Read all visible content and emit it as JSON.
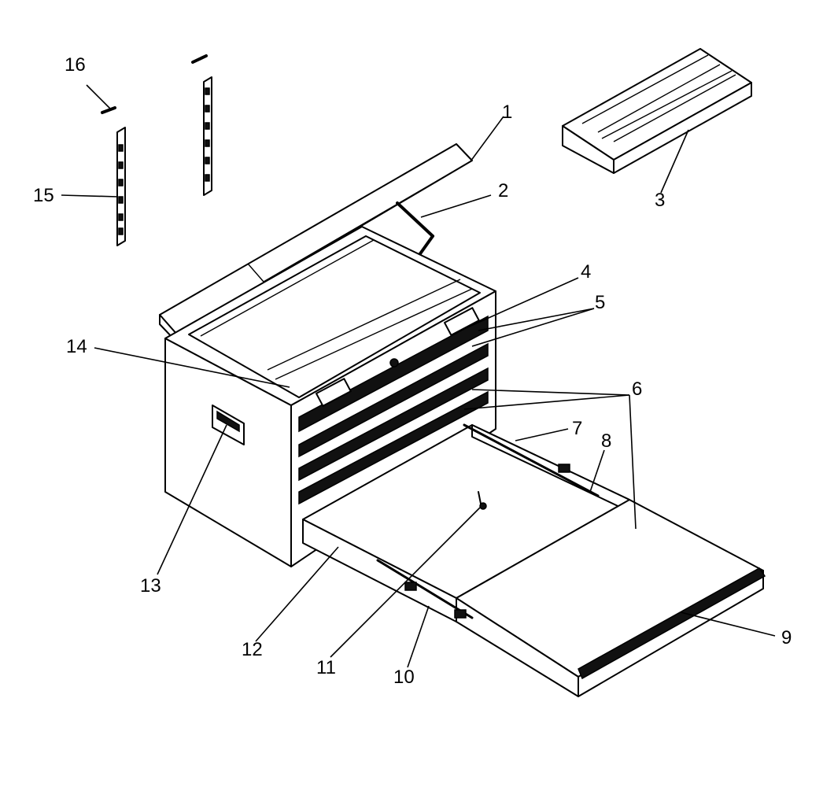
{
  "callouts": [
    {
      "id": "1",
      "text": "1"
    },
    {
      "id": "2",
      "text": "2"
    },
    {
      "id": "3",
      "text": "3"
    },
    {
      "id": "4",
      "text": "4"
    },
    {
      "id": "5",
      "text": "5"
    },
    {
      "id": "6",
      "text": "6"
    },
    {
      "id": "7",
      "text": "7"
    },
    {
      "id": "8",
      "text": "8"
    },
    {
      "id": "9",
      "text": "9"
    },
    {
      "id": "10",
      "text": "10"
    },
    {
      "id": "11",
      "text": "11"
    },
    {
      "id": "12",
      "text": "12"
    },
    {
      "id": "13",
      "text": "13"
    },
    {
      "id": "14",
      "text": "14"
    },
    {
      "id": "15",
      "text": "15"
    },
    {
      "id": "16",
      "text": "16"
    }
  ],
  "colors": {
    "line": "#000000",
    "background": "#ffffff",
    "drawer-strip": "#111111"
  }
}
